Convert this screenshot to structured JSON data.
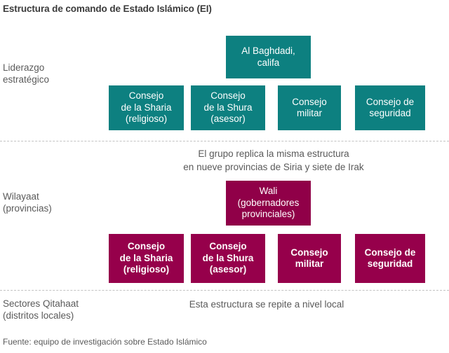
{
  "title": "Estructura de comando de Estado Islámico (EI)",
  "colors": {
    "teal": "#0d8080",
    "maroon": "#96004b",
    "text_gray": "#5a5a5a",
    "title_gray": "#3b3b3b",
    "divider_gray": "#c2c2c2",
    "background": "#ffffff",
    "box_text": "#ffffff"
  },
  "tiers": [
    {
      "id": "strategic-leadership",
      "label": "Liderazgo\nestratégico",
      "color": "teal",
      "head": {
        "label": "Al Baghdadi,\ncalifa"
      },
      "councils": [
        {
          "label": "Consejo\nde la Sharia\n(religioso)"
        },
        {
          "label": "Consejo\nde la Shura\n(asesor)"
        },
        {
          "label": "Consejo\nmilitar"
        },
        {
          "label": "Consejo de\nseguridad"
        }
      ]
    },
    {
      "id": "wilayaat-provinces",
      "label": "Wilayaat\n(provincias)",
      "color": "maroon",
      "head": {
        "label": "Wali\n(gobernadores\nprovinciales)"
      },
      "councils": [
        {
          "label": "Consejo\nde la Sharia\n(religioso)"
        },
        {
          "label": "Consejo\nde la Shura\n(asesor)"
        },
        {
          "label": "Consejo\nmilitar"
        },
        {
          "label": "Consejo de\nseguridad"
        }
      ]
    },
    {
      "id": "sectors-qitahaat",
      "label": "Sectores Qitahaat\n(distritos locales)",
      "color": "none",
      "head": null,
      "councils": []
    }
  ],
  "notes": {
    "mid": "El grupo replica la misma estructura\nen nueve provincias de Siria y siete de Irak",
    "bottom": "Esta estructura se repite a nivel local"
  },
  "source": "Fuente: equipo de investigación sobre Estado Islámico"
}
